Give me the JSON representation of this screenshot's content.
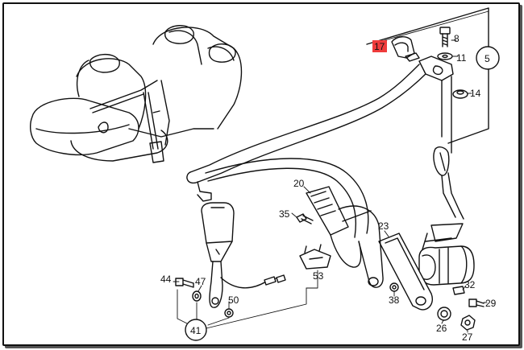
{
  "parts": {
    "p17": "17",
    "p8": "8",
    "p11": "11",
    "p5": "5",
    "p14": "14",
    "p20": "20",
    "p35": "35",
    "p23": "23",
    "p53": "53",
    "p44": "44",
    "p47": "47",
    "p50": "50",
    "p41": "41",
    "p38": "38",
    "p32": "32",
    "p29": "29",
    "p26": "26",
    "p27": "27"
  },
  "colors": {
    "highlight": "#ef3b3b",
    "line": "#111111"
  }
}
